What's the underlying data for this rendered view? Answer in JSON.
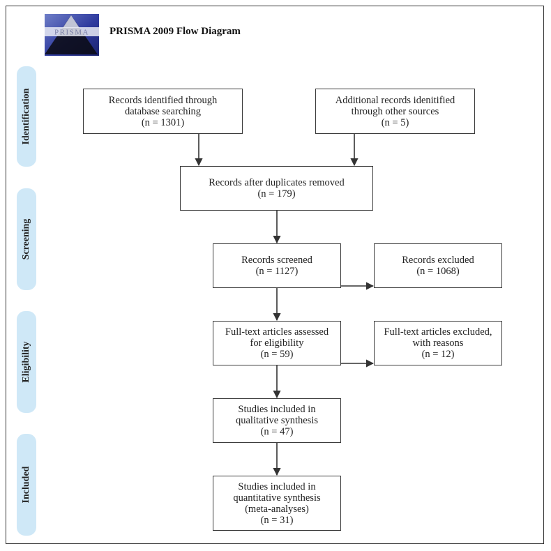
{
  "header": {
    "title": "PRISMA 2009 Flow Diagram",
    "logo_text": "PRISMA"
  },
  "stages": [
    {
      "label": "Identification"
    },
    {
      "label": "Screening"
    },
    {
      "label": "Eligibility"
    },
    {
      "label": "Included"
    }
  ],
  "boxes": {
    "database": {
      "lines": [
        "Records identified through",
        "database searching",
        "(n = 1301)"
      ]
    },
    "other": {
      "lines": [
        "Additional records idenitified",
        "through other sources",
        "(n = 5)"
      ]
    },
    "dedup": {
      "lines": [
        "Records after duplicates removed",
        "(n = 179)"
      ]
    },
    "screened": {
      "lines": [
        "Records screened",
        "(n = 1127)"
      ]
    },
    "excluded": {
      "lines": [
        "Records excluded",
        "(n = 1068)"
      ]
    },
    "fulltext": {
      "lines": [
        "Full-text articles assessed",
        "for eligibility",
        "(n = 59)"
      ]
    },
    "fulltext_excluded": {
      "lines": [
        "Full-text articles excluded,",
        "with reasons",
        "(n = 12)"
      ]
    },
    "qualitative": {
      "lines": [
        "Studies included in",
        "qualitative synthesis",
        "(n = 47)"
      ]
    },
    "quantitative": {
      "lines": [
        "Studies included in",
        "quantitative synthesis",
        "(meta-analyses)",
        "(n = 31)"
      ]
    }
  },
  "colors": {
    "stage_fill": "#cfe8f7",
    "line": "#333333",
    "logo_blue": "#2e3a9e"
  }
}
